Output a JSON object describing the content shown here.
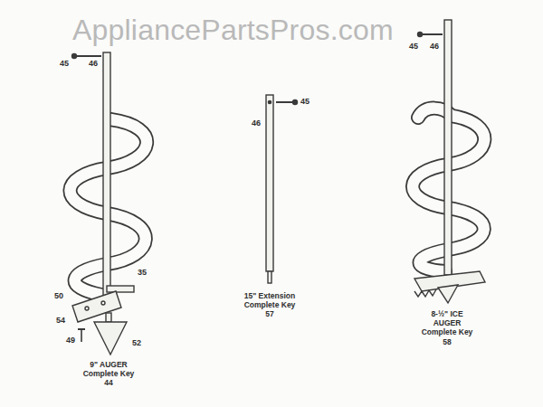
{
  "diagram": {
    "labels": [
      "AppliancePartsPros.com",
      "45",
      "46",
      "35",
      "50",
      "54",
      "49",
      "52",
      "9\" AUGER Complete Key 44",
      "46",
      "45",
      "15\" Extension Complete Key 57",
      "45",
      "46",
      "8-½\" ICE AUGER Complete Key 58"
    ]
  }
}
